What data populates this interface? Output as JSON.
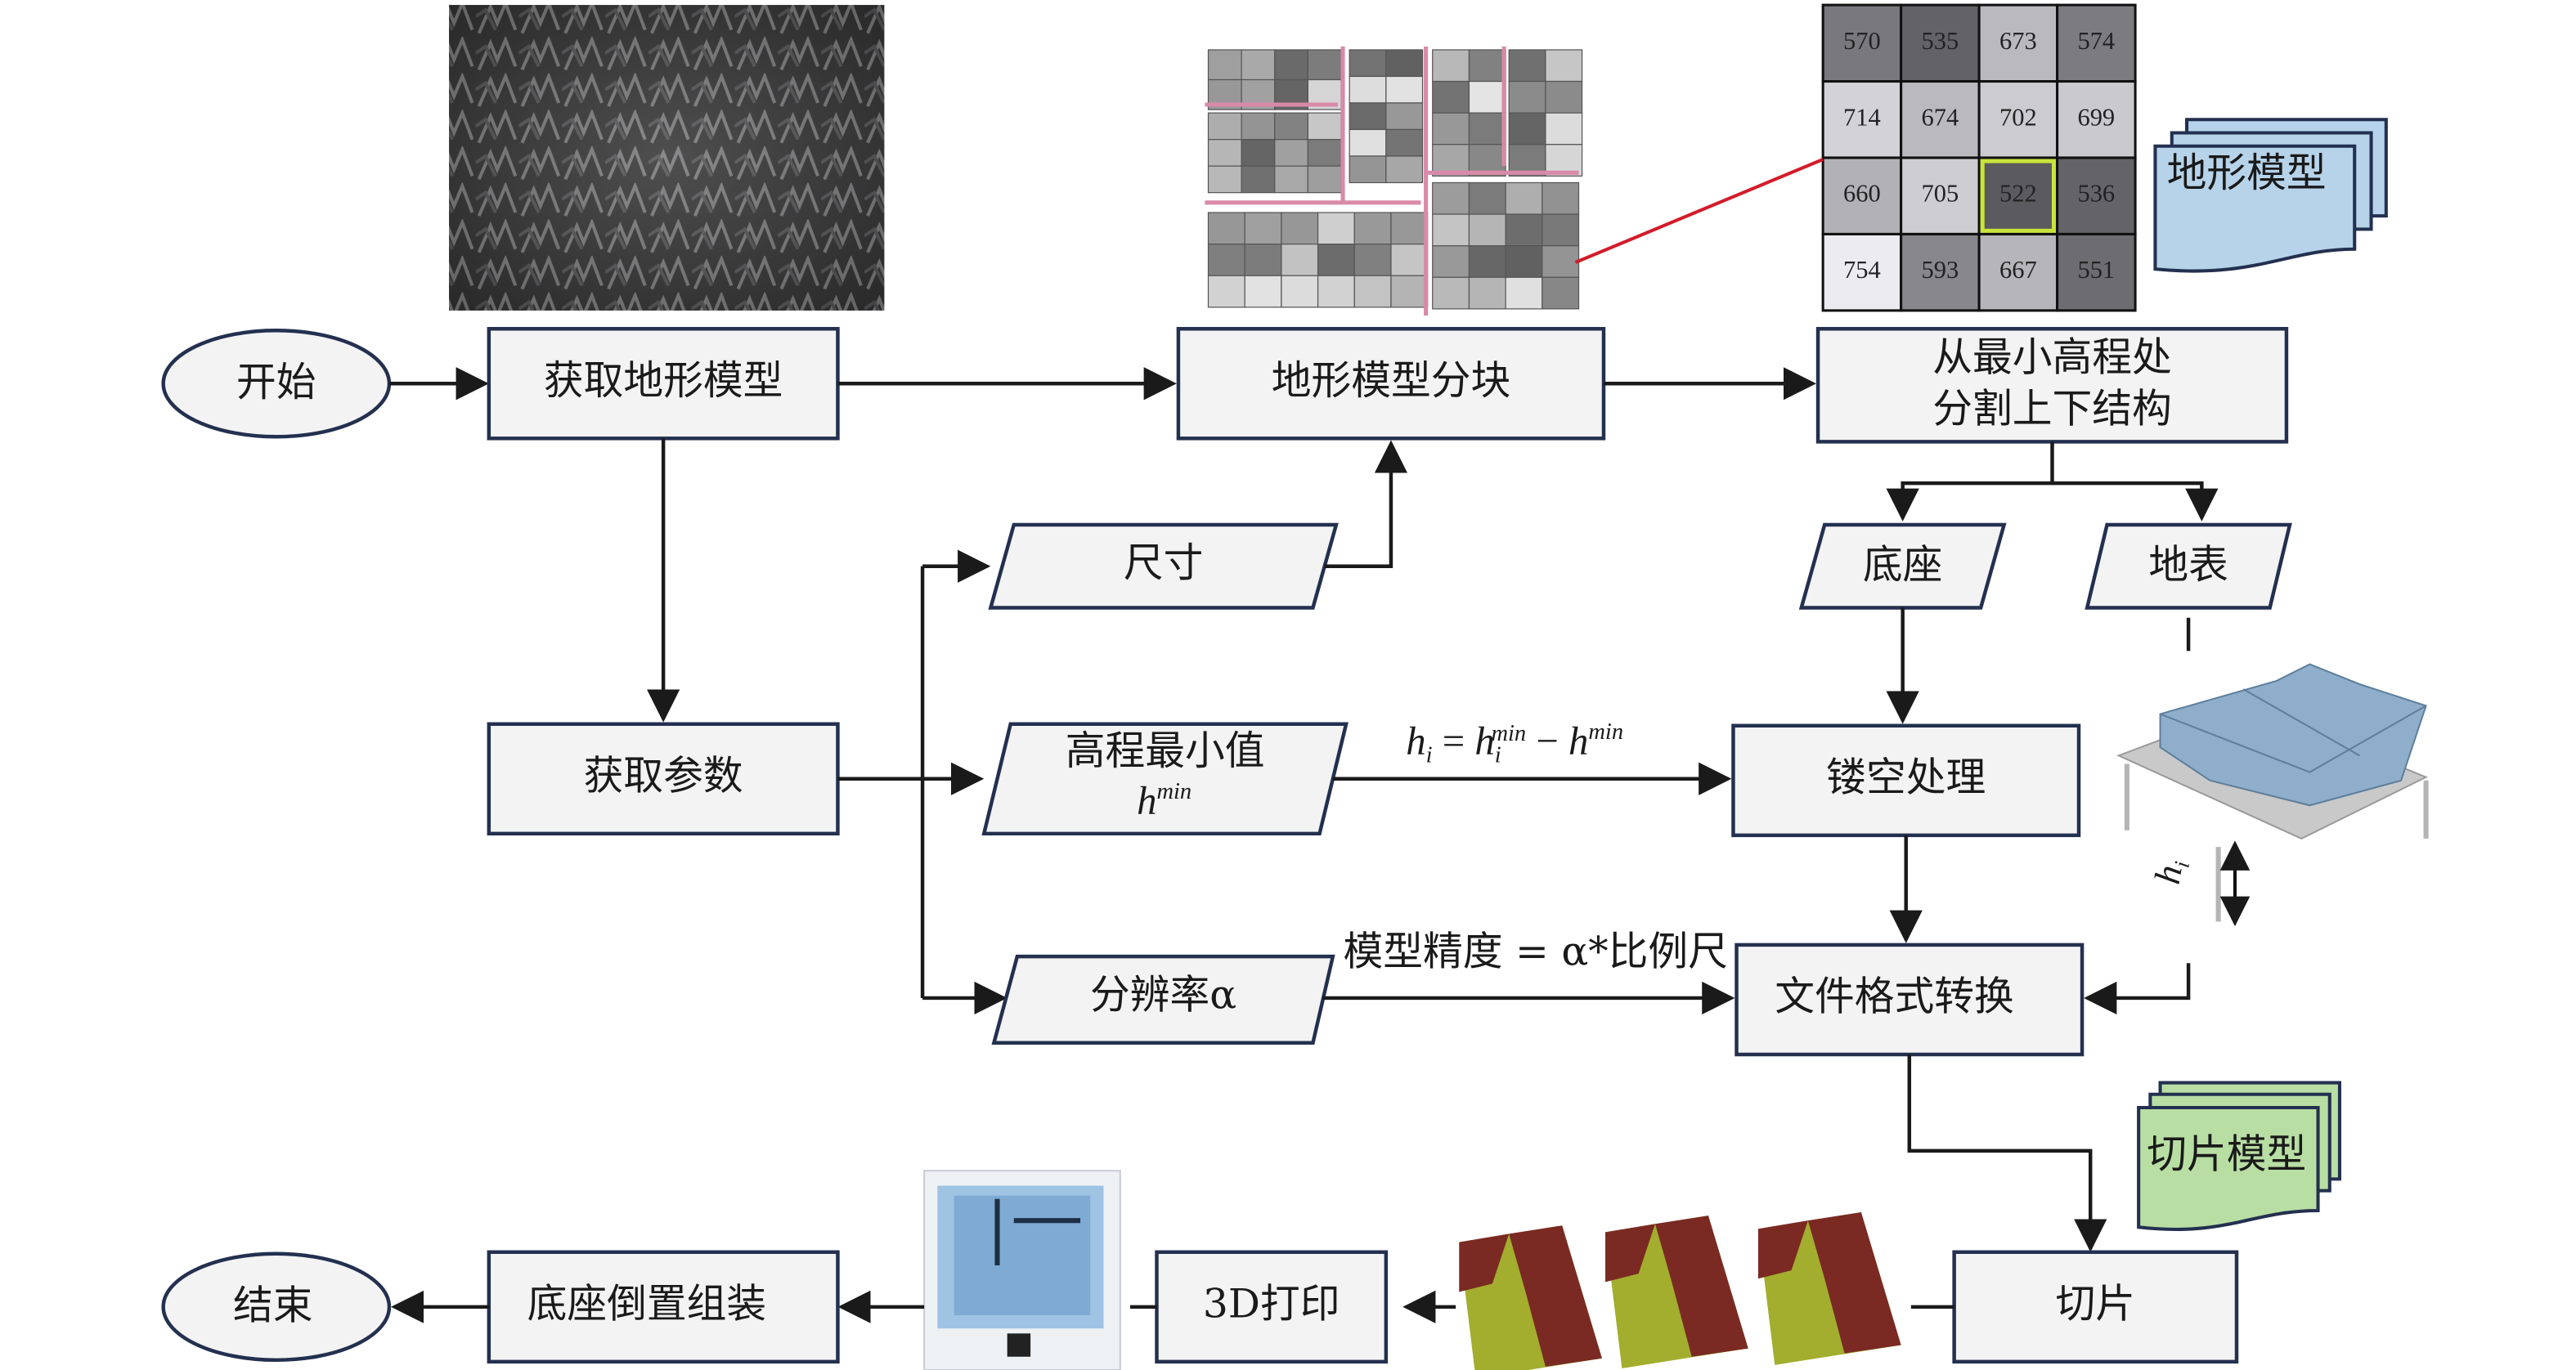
{
  "nodes": {
    "start": "开始",
    "get_terrain": "获取地形模型",
    "block_split": "地形模型分块",
    "split_line1": "从最小高程处",
    "split_line2": "分割上下结构",
    "base": "底座",
    "surface": "地表",
    "get_params": "获取参数",
    "size": "尺寸",
    "min_elev": "高程最小值",
    "min_elev_sym": "h",
    "min_elev_sup": "min",
    "resolution": "分辨率α",
    "hollow": "镂空处理",
    "convert": "文件格式转换",
    "slice": "切片",
    "print3d": "3D打印",
    "assemble": "底座倒置组装",
    "end": "结束"
  },
  "documents": {
    "terrain_model": "地形模型",
    "slice_model": "切片模型"
  },
  "annotations": {
    "formula_hi": {
      "lhs": "h",
      "lhs_sub": "i",
      "eq": " = ",
      "t1": "h",
      "t1_sub": "i",
      "t1_sup": "min",
      "minus": " − ",
      "t2": "h",
      "t2_sup": "min"
    },
    "precision": "模型精度 = α*比例尺",
    "hi_label": "h",
    "hi_sub": "i"
  },
  "elevation_grid": [
    [
      "570",
      "535",
      "673",
      "574"
    ],
    [
      "714",
      "674",
      "702",
      "699"
    ],
    [
      "660",
      "705",
      "522",
      "536"
    ],
    [
      "754",
      "593",
      "667",
      "551"
    ]
  ],
  "highlighted_cell": "522",
  "colors": {
    "box_fill": "#f3f3f3",
    "box_stroke": "#23304f",
    "terrain_doc": "#b6d3ea",
    "slice_doc": "#b8deA4",
    "highlight": "#c9e43a",
    "red_link": "#d21c2a"
  }
}
